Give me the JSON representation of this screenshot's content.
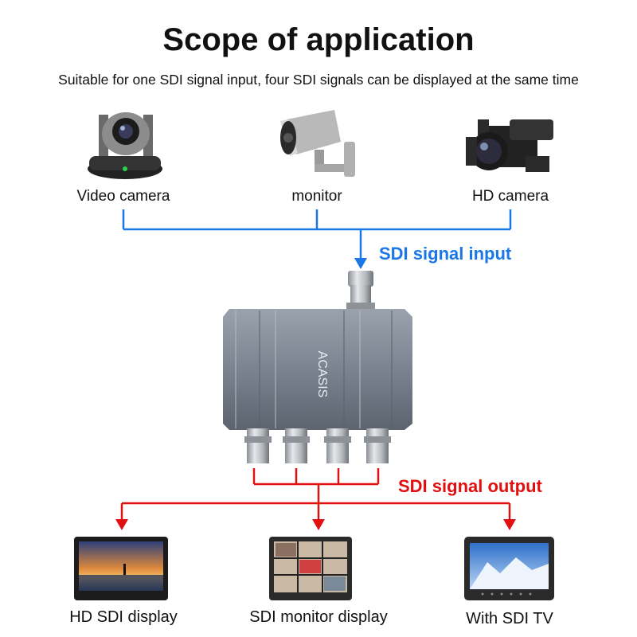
{
  "title": "Scope of application",
  "subtitle": "Suitable for one SDI signal input, four SDI signals can be displayed at the same time",
  "inputs": [
    {
      "label": "Video camera",
      "icon": "ptz-camera-icon"
    },
    {
      "label": "monitor",
      "icon": "cctv-camera-icon"
    },
    {
      "label": "HD camera",
      "icon": "camcorder-icon"
    }
  ],
  "input_signal_label": "SDI signal input",
  "output_signal_label": "SDI signal output",
  "device": {
    "brand": "ACASIS",
    "input_ports": 1,
    "output_ports": 4
  },
  "outputs": [
    {
      "label": "HD SDI display",
      "icon": "hd-display-icon"
    },
    {
      "label": "SDI monitor display",
      "icon": "monitor-display-icon"
    },
    {
      "label": "With SDI TV",
      "icon": "tv-icon"
    }
  ],
  "colors": {
    "input_line": "#1a78e6",
    "output_line": "#e01010",
    "device_body": "#7d8592"
  }
}
